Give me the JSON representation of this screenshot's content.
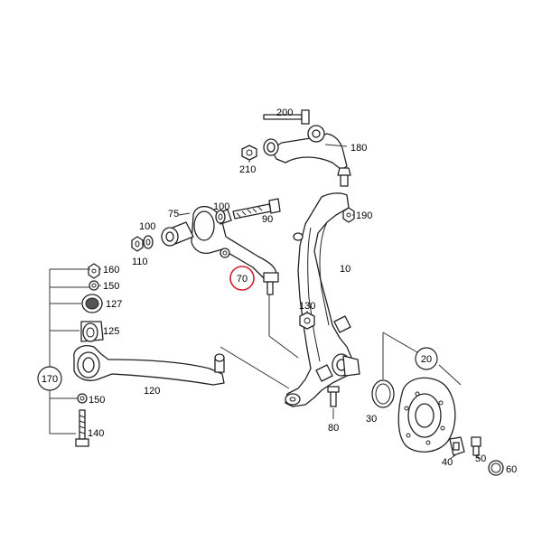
{
  "labels": {
    "p200": "200",
    "p180": "180",
    "p210": "210",
    "p100a": "100",
    "p90": "90",
    "p75": "75",
    "p100b": "100",
    "p110": "110",
    "p190": "190",
    "p160": "160",
    "p150a": "150",
    "p127": "127",
    "p125": "125",
    "p70": "70",
    "p10": "10",
    "p130": "130",
    "p170": "170",
    "p120": "120",
    "p150b": "150",
    "p140": "140",
    "p80": "80",
    "p20": "20",
    "p30": "30",
    "p40": "40",
    "p50": "50",
    "p60": "60"
  },
  "colors": {
    "highlight": "#d0202a",
    "line": "#222222"
  }
}
